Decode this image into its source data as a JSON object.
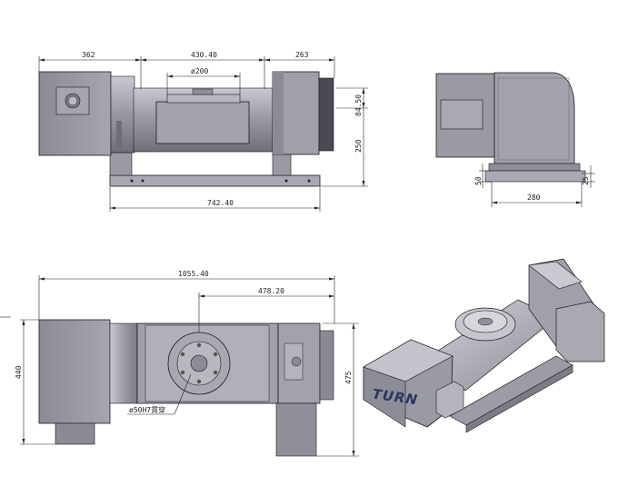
{
  "dimensions": {
    "front_left_width": "362",
    "front_center_width": "430.40",
    "front_right_width": "263",
    "front_platter_dia": "ø200",
    "front_height_upper": "84.50",
    "front_axis_height": "250",
    "front_total_length": "742.40",
    "side_left_small": "50",
    "side_base_width": "280",
    "side_right_small": "25",
    "top_total_length": "1055.40",
    "top_offset": "478.20",
    "top_left_height": "440",
    "top_right_height": "475",
    "top_bore_callout": "ø50H7貫穿"
  },
  "logo": {
    "text": "TURN"
  },
  "colors": {
    "body_gray": "#9a9aa4",
    "body_dark": "#7d7d88",
    "body_light": "#c7c7cf",
    "line": "#1a1a1a",
    "logo": "#2a3560"
  }
}
